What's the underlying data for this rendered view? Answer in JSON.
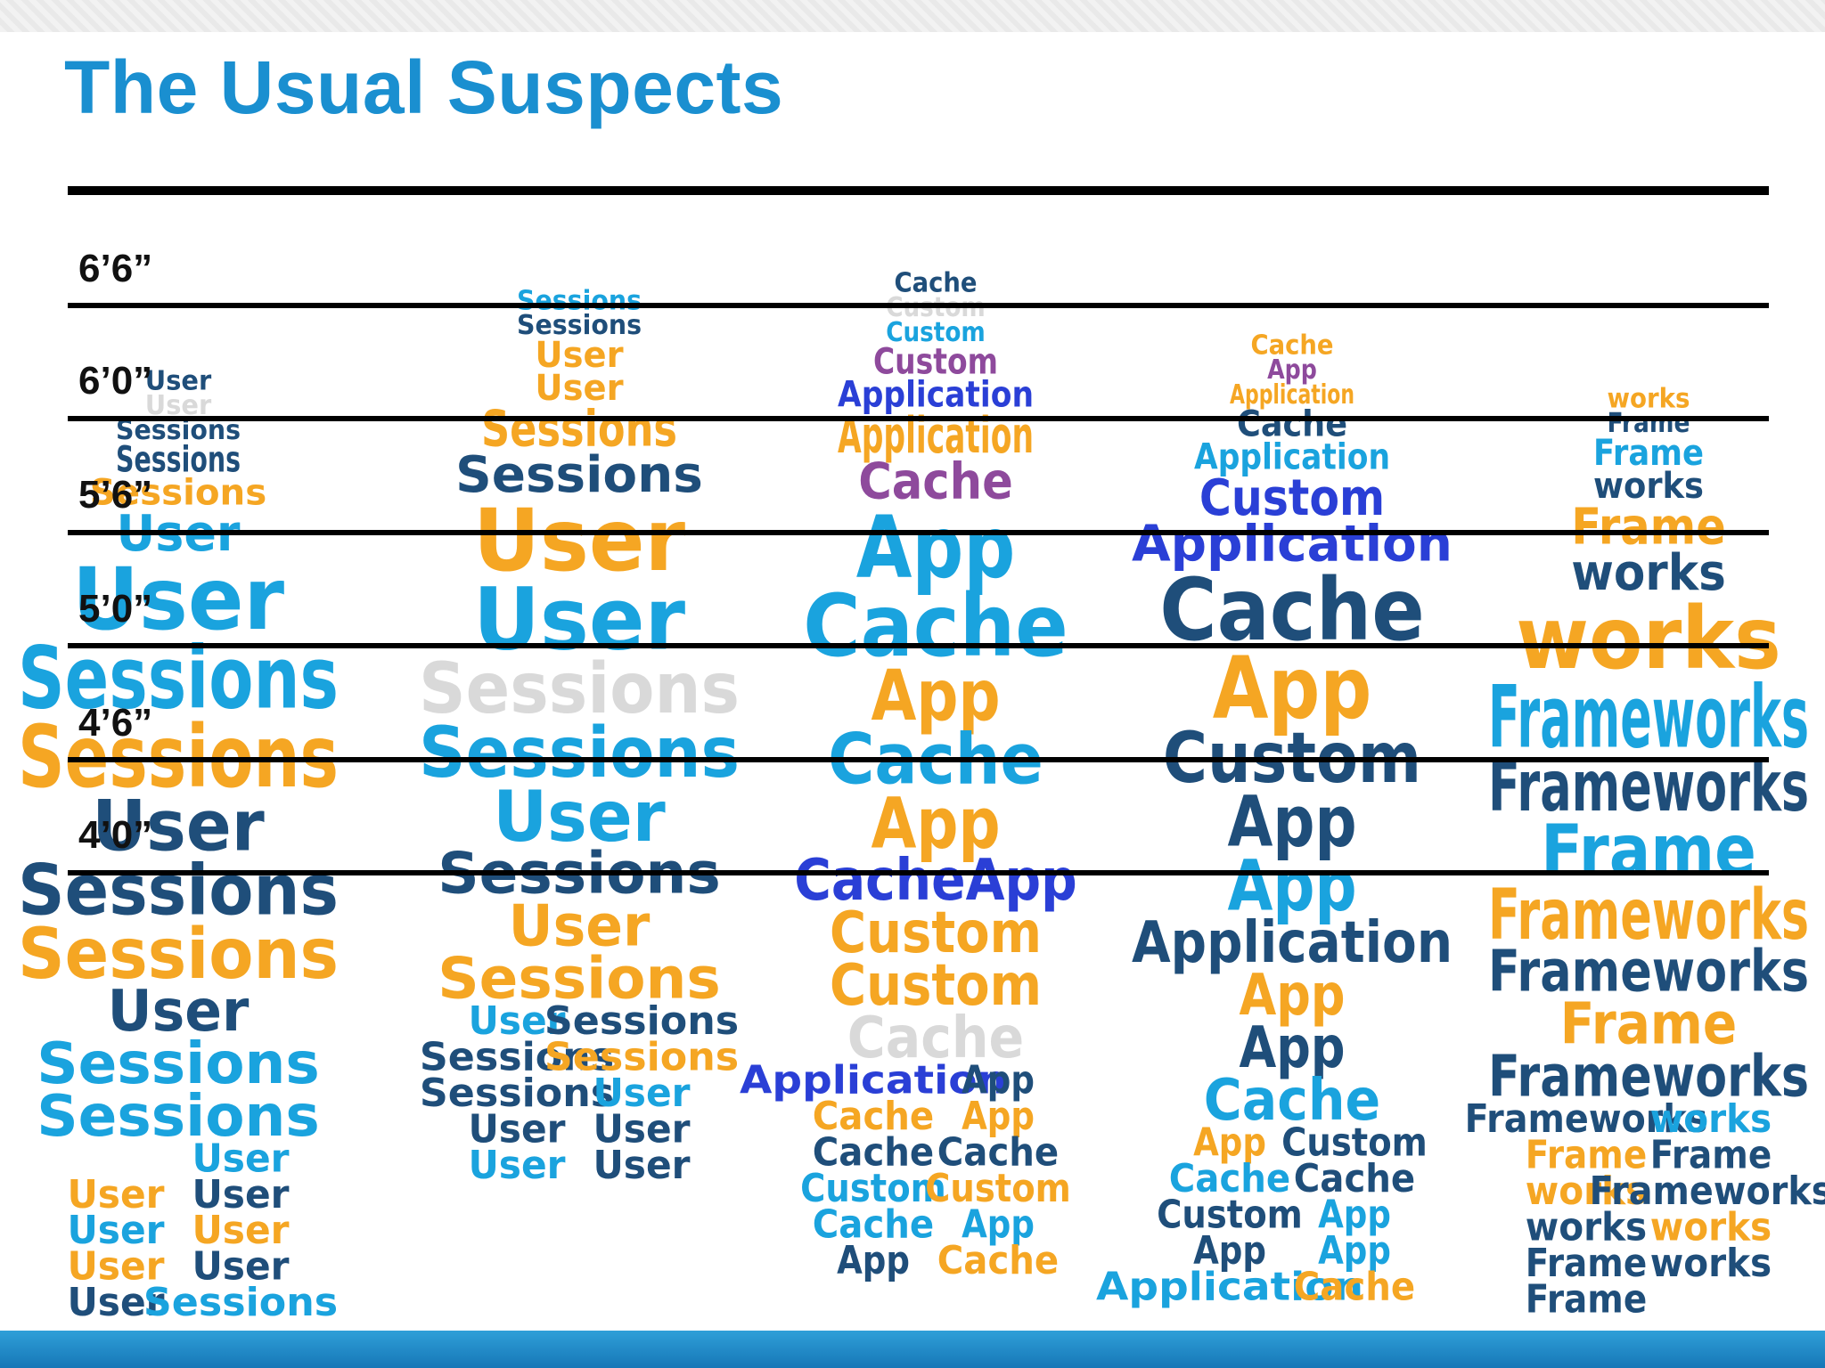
{
  "slide": {
    "title": "The Usual Suspects"
  },
  "height_marks": [
    "6’6”",
    "6’0”",
    "5’6”",
    "5’0”",
    "4’6”",
    "4’0”"
  ],
  "colors": {
    "title": "#1a8fd0",
    "light_blue": "#1aa3de",
    "navy": "#1f4e7a",
    "orange": "#f5a623",
    "purple": "#8e4a9c",
    "royal_blue": "#2a3fd6",
    "gray": "#d9d9d9",
    "footer": "#1a8fd0"
  },
  "figures": [
    {
      "id": "user-sessions",
      "words": [
        {
          "text": "User",
          "color": "navy"
        },
        {
          "text": "User",
          "color": "gray"
        },
        {
          "text": "Sessions",
          "color": "navy"
        },
        {
          "text": "Sessions",
          "color": "navy"
        },
        {
          "text": "Sessions",
          "color": "orange"
        },
        {
          "text": "User",
          "color": "light_blue"
        },
        {
          "text": "User",
          "color": "light_blue"
        },
        {
          "text": "Sessions",
          "color": "light_blue"
        },
        {
          "text": "Sessions",
          "color": "orange"
        },
        {
          "text": "User",
          "color": "navy"
        },
        {
          "text": "Sessions",
          "color": "navy"
        },
        {
          "text": "Sessions",
          "color": "orange"
        },
        {
          "text": "User",
          "color": "navy"
        },
        {
          "text": "Sessions",
          "color": "light_blue"
        },
        {
          "text": "Sessions",
          "color": "light_blue"
        },
        {
          "text": "User",
          "color": "light_blue"
        },
        {
          "text": "User",
          "color": "orange"
        },
        {
          "text": "User",
          "color": "navy"
        },
        {
          "text": "User",
          "color": "light_blue"
        },
        {
          "text": "User",
          "color": "orange"
        },
        {
          "text": "User",
          "color": "orange"
        },
        {
          "text": "User",
          "color": "navy"
        },
        {
          "text": "User",
          "color": "navy"
        },
        {
          "text": "Sessions",
          "color": "light_blue"
        },
        {
          "text": "User",
          "color": "orange"
        },
        {
          "text": "User",
          "color": "navy"
        },
        {
          "text": "User",
          "color": "orange"
        }
      ]
    },
    {
      "id": "sessions-user",
      "words": [
        {
          "text": "Sessions",
          "color": "light_blue"
        },
        {
          "text": "Sessions",
          "color": "navy"
        },
        {
          "text": "User",
          "color": "orange"
        },
        {
          "text": "User",
          "color": "orange"
        },
        {
          "text": "Sessions",
          "color": "orange"
        },
        {
          "text": "Sessions",
          "color": "navy"
        },
        {
          "text": "User",
          "color": "orange"
        },
        {
          "text": "User",
          "color": "light_blue"
        },
        {
          "text": "Sessions",
          "color": "gray"
        },
        {
          "text": "Sessions",
          "color": "light_blue"
        },
        {
          "text": "User",
          "color": "light_blue"
        },
        {
          "text": "Sessions",
          "color": "navy"
        },
        {
          "text": "User",
          "color": "orange"
        },
        {
          "text": "Sessions",
          "color": "orange"
        },
        {
          "text": "User",
          "color": "light_blue"
        },
        {
          "text": "Sessions",
          "color": "navy"
        },
        {
          "text": "Sessions",
          "color": "navy"
        },
        {
          "text": "Sessions",
          "color": "orange"
        },
        {
          "text": "Sessions",
          "color": "navy"
        },
        {
          "text": "User",
          "color": "light_blue"
        },
        {
          "text": "User",
          "color": "navy"
        },
        {
          "text": "User",
          "color": "navy"
        },
        {
          "text": "User",
          "color": "light_blue"
        },
        {
          "text": "User",
          "color": "navy"
        }
      ]
    },
    {
      "id": "cache-custom",
      "words": [
        {
          "text": "Cache",
          "color": "navy"
        },
        {
          "text": "Custom",
          "color": "gray"
        },
        {
          "text": "Custom",
          "color": "light_blue"
        },
        {
          "text": "Custom",
          "color": "purple"
        },
        {
          "text": "Application",
          "color": "royal_blue"
        },
        {
          "text": "Application",
          "color": "orange"
        },
        {
          "text": "Cache",
          "color": "purple"
        },
        {
          "text": "App",
          "color": "light_blue"
        },
        {
          "text": "Cache",
          "color": "light_blue"
        },
        {
          "text": "App",
          "color": "orange"
        },
        {
          "text": "Cache",
          "color": "light_blue"
        },
        {
          "text": "App",
          "color": "orange"
        },
        {
          "text": "CacheApp",
          "color": "royal_blue"
        },
        {
          "text": "Custom",
          "color": "orange"
        },
        {
          "text": "Custom",
          "color": "orange"
        },
        {
          "text": "Cache",
          "color": "gray"
        },
        {
          "text": "Application",
          "color": "royal_blue"
        },
        {
          "text": "App",
          "color": "navy"
        },
        {
          "text": "Cache",
          "color": "orange"
        },
        {
          "text": "App",
          "color": "orange"
        },
        {
          "text": "Cache",
          "color": "navy"
        },
        {
          "text": "Cache",
          "color": "navy"
        },
        {
          "text": "Custom",
          "color": "light_blue"
        },
        {
          "text": "Custom",
          "color": "orange"
        },
        {
          "text": "Cache",
          "color": "light_blue"
        },
        {
          "text": "App",
          "color": "light_blue"
        },
        {
          "text": "App",
          "color": "navy"
        },
        {
          "text": "Cache",
          "color": "orange"
        }
      ]
    },
    {
      "id": "app-cache",
      "words": [
        {
          "text": "Cache",
          "color": "orange"
        },
        {
          "text": "App",
          "color": "purple"
        },
        {
          "text": "Application",
          "color": "orange"
        },
        {
          "text": "Cache",
          "color": "navy"
        },
        {
          "text": "Application",
          "color": "light_blue"
        },
        {
          "text": "Custom",
          "color": "royal_blue"
        },
        {
          "text": "Application",
          "color": "royal_blue"
        },
        {
          "text": "Cache",
          "color": "navy"
        },
        {
          "text": "App",
          "color": "orange"
        },
        {
          "text": "Custom",
          "color": "navy"
        },
        {
          "text": "App",
          "color": "navy"
        },
        {
          "text": "App",
          "color": "light_blue"
        },
        {
          "text": "Application",
          "color": "navy"
        },
        {
          "text": "App",
          "color": "orange"
        },
        {
          "text": "App",
          "color": "navy"
        },
        {
          "text": "Cache",
          "color": "light_blue"
        },
        {
          "text": "App",
          "color": "orange"
        },
        {
          "text": "Custom",
          "color": "navy"
        },
        {
          "text": "Cache",
          "color": "light_blue"
        },
        {
          "text": "Cache",
          "color": "navy"
        },
        {
          "text": "Custom",
          "color": "navy"
        },
        {
          "text": "App",
          "color": "light_blue"
        },
        {
          "text": "App",
          "color": "navy"
        },
        {
          "text": "App",
          "color": "light_blue"
        },
        {
          "text": "Application",
          "color": "light_blue"
        },
        {
          "text": "Cache",
          "color": "orange"
        },
        {
          "text": "Custom",
          "color": "orange"
        },
        {
          "text": "Custom",
          "color": "navy"
        }
      ]
    },
    {
      "id": "frameworks",
      "words": [
        {
          "text": "works",
          "color": "orange"
        },
        {
          "text": "Frame",
          "color": "navy"
        },
        {
          "text": "Frame",
          "color": "light_blue"
        },
        {
          "text": "works",
          "color": "navy"
        },
        {
          "text": "Frame",
          "color": "orange"
        },
        {
          "text": "works",
          "color": "navy"
        },
        {
          "text": "works",
          "color": "orange"
        },
        {
          "text": "Frameworks",
          "color": "light_blue"
        },
        {
          "text": "Frameworks",
          "color": "navy"
        },
        {
          "text": "Frame",
          "color": "light_blue"
        },
        {
          "text": "Frameworks",
          "color": "orange"
        },
        {
          "text": "Frameworks",
          "color": "navy"
        },
        {
          "text": "Frame",
          "color": "orange"
        },
        {
          "text": "Frameworks",
          "color": "navy"
        },
        {
          "text": "Frameworks",
          "color": "navy"
        },
        {
          "text": "works",
          "color": "light_blue"
        },
        {
          "text": "Frame",
          "color": "orange"
        },
        {
          "text": "Frame",
          "color": "navy"
        },
        {
          "text": "works",
          "color": "orange"
        },
        {
          "text": "Frameworks",
          "color": "navy"
        },
        {
          "text": "works",
          "color": "navy"
        },
        {
          "text": "works",
          "color": "orange"
        },
        {
          "text": "Frame",
          "color": "navy"
        },
        {
          "text": "works",
          "color": "navy"
        },
        {
          "text": "Frame",
          "color": "navy"
        }
      ]
    }
  ]
}
